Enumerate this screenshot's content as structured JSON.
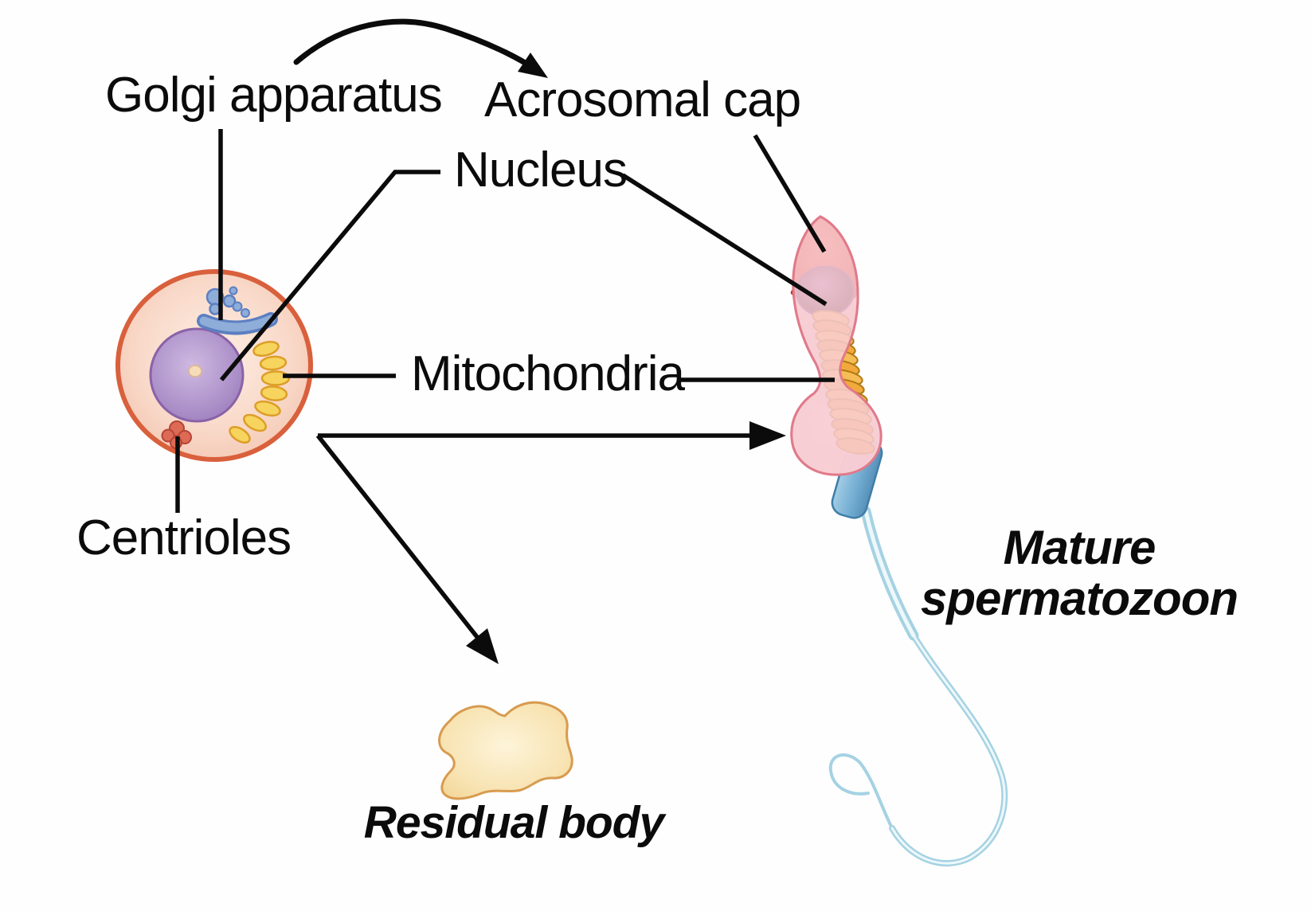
{
  "labels": {
    "golgi_apparatus": "Golgi apparatus",
    "acrosomal_cap": "Acrosomal cap",
    "nucleus": "Nucleus",
    "mitochondria": "Mitochondria",
    "centrioles": "Centrioles",
    "residual_body": "Residual body",
    "mature_line1": "Mature",
    "mature_line2": "spermatozoon"
  },
  "palette": {
    "line_color": "#0b0b0b",
    "cell_membrane": "#d9603c",
    "cell_cytoplasm": "#f6cdbb",
    "cell_nucleus": "#a084c2",
    "nucleolus": "#f5ddba",
    "golgi_blue": "#8fadd9",
    "golgi_border": "#5c7fc2",
    "mitochondria_yellow": "#f6d45e",
    "mitochondria_border": "#dd9e28",
    "centriole_red": "#dd6a55",
    "acrosome_red": "#d64228",
    "sperm_nucleus_purple": "#7c4f99",
    "head_membrane_pink": "#f8ccd4",
    "head_membrane_border": "#e07a8a",
    "midpiece_orange": "#f2a93c",
    "midpiece_border": "#b07a14",
    "neck_blue": "#6fa9cd",
    "tail_blue": "#a5d2e3",
    "residual_body_fill": "#f7e3b0",
    "residual_body_border": "#d89b50"
  }
}
